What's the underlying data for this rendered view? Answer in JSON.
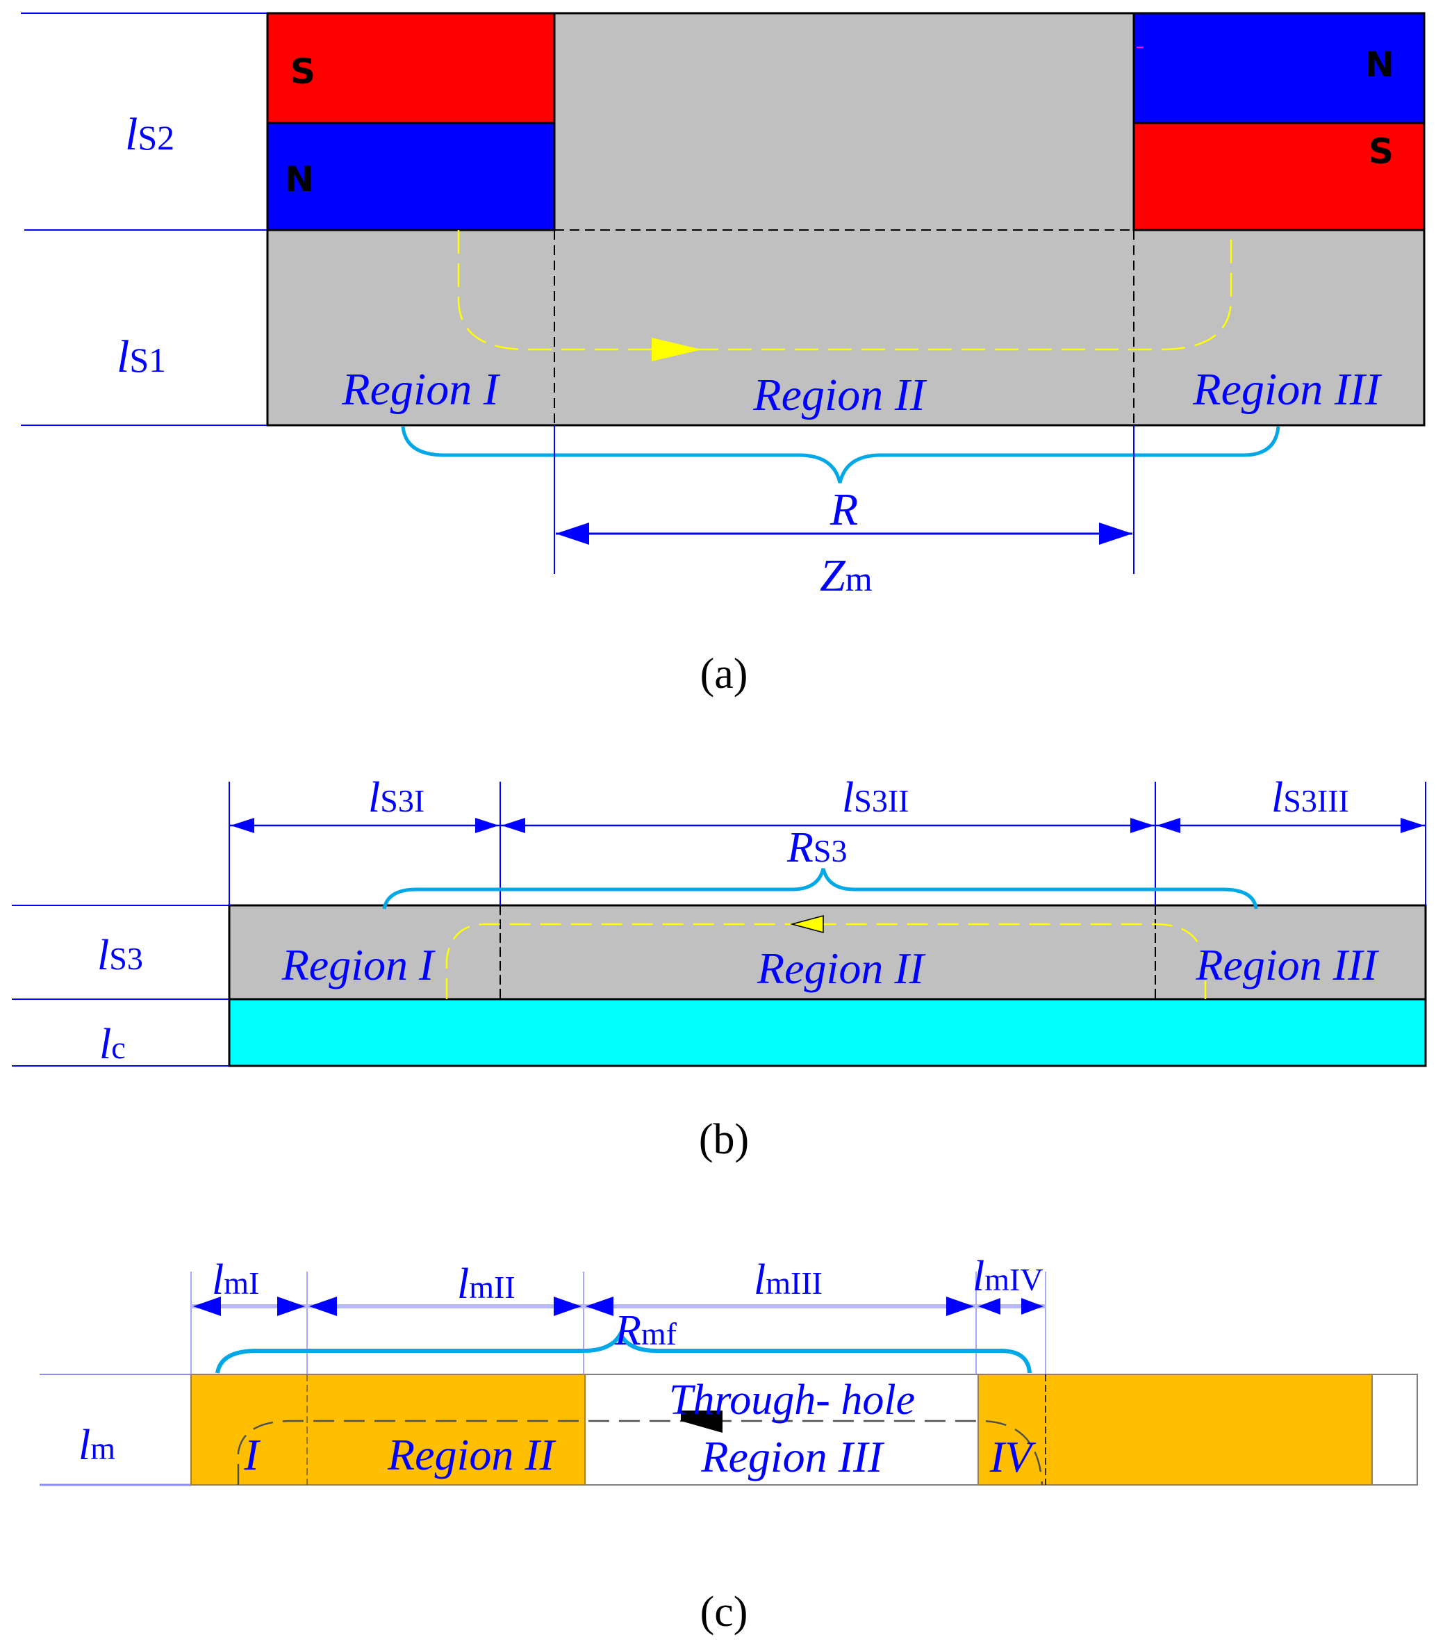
{
  "colors": {
    "label_blue": "#0000ff",
    "steel_gray": "#c0c0c0",
    "magnet_south_red": "#ff0000",
    "magnet_north_blue": "#0000ff",
    "flux_path_yellow": "#ffff00",
    "brace_cyan": "#00a8e8",
    "coil_cyan": "#00ffff",
    "magnet_orange": "#ffbf00"
  },
  "panel_a": {
    "caption": "(a)",
    "row_labels": [
      {
        "main": "l",
        "sub": "S2"
      },
      {
        "main": "l",
        "sub": "S1"
      }
    ],
    "magnets_left": {
      "top": "S",
      "bottom": "N"
    },
    "magnets_right": {
      "top": "N",
      "bottom": "S"
    },
    "regions": [
      "Region I",
      "Region II",
      "Region III"
    ],
    "brace_label": "R",
    "dimension_label": {
      "main": "Z",
      "sub": "m"
    }
  },
  "panel_b": {
    "caption": "(b)",
    "row_labels": [
      {
        "main": "l",
        "sub": "S3"
      },
      {
        "main": "l",
        "sub": "c"
      }
    ],
    "dimension_labels": [
      {
        "main": "l",
        "sub": "S3I"
      },
      {
        "main": "l",
        "sub": "S3II"
      },
      {
        "main": "l",
        "sub": "S3III"
      }
    ],
    "brace_label": {
      "main": "R",
      "sub": "S3"
    },
    "regions": [
      "Region I",
      "Region II",
      "Region III"
    ]
  },
  "panel_c": {
    "caption": "(c)",
    "row_label": {
      "main": "l",
      "sub": "m"
    },
    "dimension_labels": [
      {
        "main": "l",
        "sub": "mI"
      },
      {
        "main": "l",
        "sub": "mII"
      },
      {
        "main": "l",
        "sub": "mIII"
      },
      {
        "main": "l",
        "sub": "mIV"
      }
    ],
    "brace_label": {
      "main": "R",
      "sub": "mf"
    },
    "regions": [
      "I",
      "Region II",
      "Through- hole",
      "Region III",
      "IV"
    ]
  }
}
